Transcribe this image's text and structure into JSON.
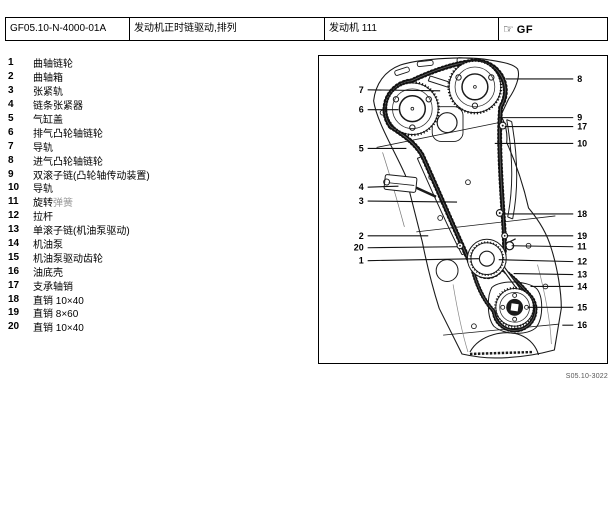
{
  "header": {
    "doc_no": "GF05.10-N-4000-01A",
    "title": "发动机正时链驱动,排列",
    "engine": "发动机 111",
    "pointer_icon": "☞",
    "gf_label": "GF"
  },
  "parts_list": [
    {
      "no": "1",
      "label": "曲轴链轮"
    },
    {
      "no": "2",
      "label": "曲轴箱"
    },
    {
      "no": "3",
      "label": "张紧轨"
    },
    {
      "no": "4",
      "label": "链条张紧器"
    },
    {
      "no": "5",
      "label": "气缸盖"
    },
    {
      "no": "6",
      "label": "排气凸轮轴链轮"
    },
    {
      "no": "7",
      "label": "导轨"
    },
    {
      "no": "8",
      "label": "进气凸轮轴链轮"
    },
    {
      "no": "9",
      "label": "双滚子链(凸轮轴传动装置)"
    },
    {
      "no": "10",
      "label": "导轨"
    },
    {
      "no": "11",
      "label": "旋转",
      "label_gray": "弹簧"
    },
    {
      "no": "12",
      "label": "拉杆"
    },
    {
      "no": "13",
      "label": "单滚子链(机油泵驱动)"
    },
    {
      "no": "14",
      "label": "机油泵"
    },
    {
      "no": "15",
      "label": "机油泵驱动齿轮"
    },
    {
      "no": "16",
      "label": "油底壳"
    },
    {
      "no": "17",
      "label": "支承轴销"
    },
    {
      "no": "18",
      "label": "直销 10×40"
    },
    {
      "no": "19",
      "label": "直销 8×60"
    },
    {
      "no": "20",
      "label": "直销 10×40"
    }
  ],
  "diagram": {
    "figure_code": "S05.10-3022",
    "callouts_left": [
      {
        "no": "7"
      },
      {
        "no": "6"
      },
      {
        "no": "5"
      },
      {
        "no": "4"
      },
      {
        "no": "3"
      },
      {
        "no": "2"
      },
      {
        "no": "20"
      },
      {
        "no": "1"
      }
    ],
    "callouts_right": [
      {
        "no": "8"
      },
      {
        "no": "9"
      },
      {
        "no": "17"
      },
      {
        "no": "10"
      },
      {
        "no": "18"
      },
      {
        "no": "19"
      },
      {
        "no": "11"
      },
      {
        "no": "12"
      },
      {
        "no": "13"
      },
      {
        "no": "14"
      },
      {
        "no": "15"
      },
      {
        "no": "16"
      }
    ]
  }
}
